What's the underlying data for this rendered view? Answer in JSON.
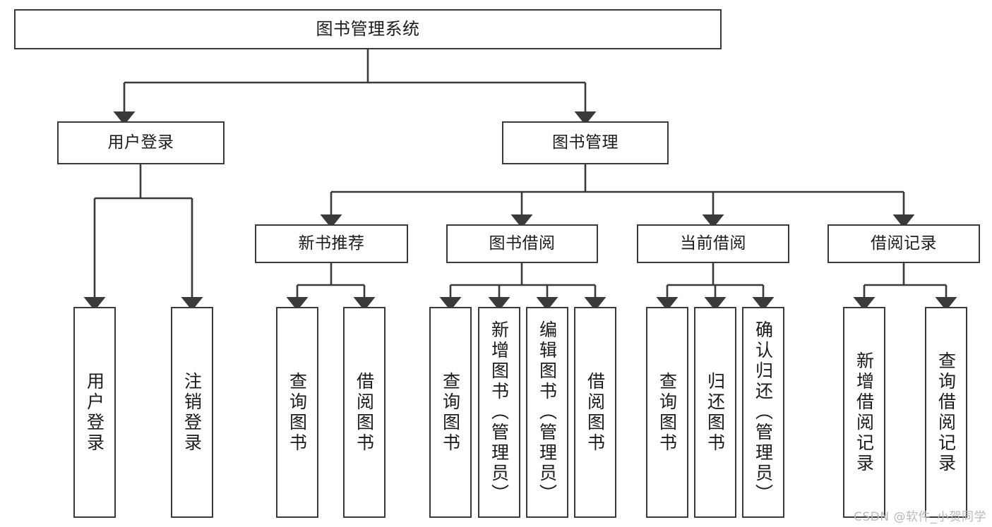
{
  "diagram": {
    "title": "图书管理系统",
    "watermark": "CSDN @软件_小贺同学",
    "colors": {
      "stroke": "#3a3a3a",
      "background": "#ffffff",
      "text": "#1b1b1b",
      "watermark": "#b9b9b9"
    },
    "root": {
      "id": "root",
      "label": "图书管理系统"
    },
    "level2": [
      {
        "id": "user-login",
        "label": "用户登录"
      },
      {
        "id": "book-manage",
        "label": "图书管理"
      }
    ],
    "level3": [
      {
        "id": "new-book-recommend",
        "label": "新书推荐"
      },
      {
        "id": "book-borrow",
        "label": "图书借阅"
      },
      {
        "id": "current-borrow",
        "label": "当前借阅"
      },
      {
        "id": "borrow-record",
        "label": "借阅记录"
      }
    ],
    "leaves": {
      "user_login": [
        {
          "id": "leaf-user-login",
          "label": "用户登录"
        },
        {
          "id": "leaf-logout",
          "label": "注销登录"
        }
      ],
      "new_book_recommend": [
        {
          "id": "leaf-query-book-1",
          "label": "查询图书"
        },
        {
          "id": "leaf-borrow-book-1",
          "label": "借阅图书"
        }
      ],
      "book_borrow": [
        {
          "id": "leaf-query-book-2",
          "label": "查询图书"
        },
        {
          "id": "leaf-add-book",
          "label": "新增图书（管理员）"
        },
        {
          "id": "leaf-edit-book",
          "label": "编辑图书（管理员）"
        },
        {
          "id": "leaf-borrow-book-2",
          "label": "借阅图书"
        }
      ],
      "current_borrow": [
        {
          "id": "leaf-query-book-3",
          "label": "查询图书"
        },
        {
          "id": "leaf-return-book",
          "label": "归还图书"
        },
        {
          "id": "leaf-confirm-return",
          "label": "确认归还（管理员）"
        }
      ],
      "borrow_record": [
        {
          "id": "leaf-add-record",
          "label": "新增借阅记录"
        },
        {
          "id": "leaf-query-record",
          "label": "查询借阅记录"
        }
      ]
    }
  }
}
